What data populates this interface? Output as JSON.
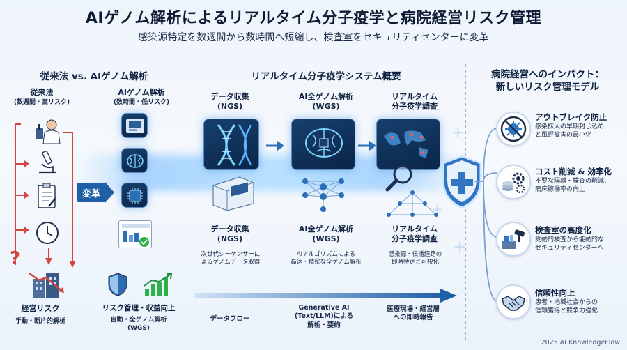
{
  "header": {
    "title": "AIゲノム解析によるリアルタイム分子疫学と病院経営リスク管理",
    "subtitle": "感染源特定を数週間から数時間へ短縮し、検査室をセキュリティセンターに変革"
  },
  "left": {
    "heading": "従来法 vs. AIゲノム解析",
    "old_title": "従来法",
    "old_sub": "(数週間・高リスク)",
    "new_title": "AIゲノム解析",
    "new_sub": "(数時間・低リスク)",
    "change_label": "変革",
    "old_result_title": "経営リスク",
    "old_result_sub": "手動・断片的解析",
    "new_result_title": "リスク管理・収益向上",
    "new_result_sub": "自動・全ゲノム解析\n(WGS)",
    "question_mark": "?"
  },
  "middle": {
    "heading": "リアルタイム分子疫学システム概要",
    "steps": [
      {
        "top_label": "データ収集\n(NGS)",
        "bottom_label": "データ収集\n(NGS)",
        "desc": "次世代シーケンサーに\nよるゲノムデータ取得"
      },
      {
        "top_label": "AI全ゲノム解析\n(WGS)",
        "bottom_label": "AI全ゲノム解析\n(WGS)",
        "desc": "AIアルゴリズムによる\n高速・精密な全ゲノム解析"
      },
      {
        "top_label": "リアルタイム\n分子疫学調査",
        "bottom_label": "リアルタイム\n分子疫学調査",
        "desc": "感染源・伝播経路の\n即時特定と可視化"
      }
    ],
    "dataflow_label": "データフロー",
    "genai_label": "Generative AI\n(Text/LLM)による\n解析・要約",
    "report_label": "医療現場・経営層\nへの即時報告"
  },
  "right": {
    "heading": "病院経営へのインパクト：\n新しいリスク管理モデル",
    "items": [
      {
        "title": "アウトブレイク防止",
        "desc": "感染拡大の早期封じ込め\nと風評被害の最小化",
        "icon": "no-virus-icon"
      },
      {
        "title": "コスト削減 & 効率化",
        "desc": "不要な隔離・検査の削減、\n病床稼働率の向上",
        "icon": "gears-coins-icon"
      },
      {
        "title": "検査室の高度化",
        "desc": "受動的検査から能動的な\nセキュリティセンターへ",
        "icon": "lab-camera-icon"
      },
      {
        "title": "信頼性向上",
        "desc": "患者・地域社会からの\n信頼獲得と競争力強化",
        "icon": "handshake-icon"
      }
    ]
  },
  "footer": {
    "credit": "2025 AI KnowledgeFlow"
  },
  "colors": {
    "accent": "#1f5fa6",
    "alert": "#d6453d",
    "dark_tile": "#0b2547",
    "glow": "#6fbaff"
  }
}
